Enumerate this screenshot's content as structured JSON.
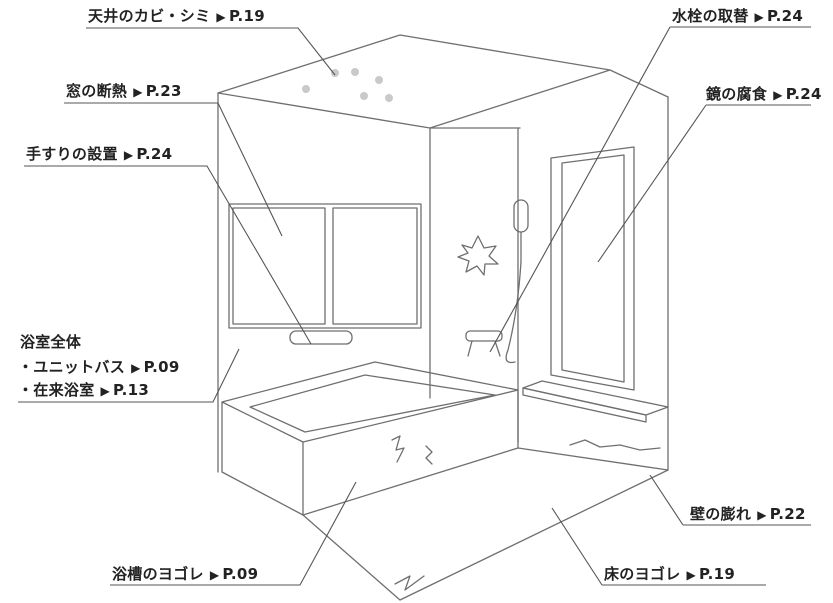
{
  "labels": {
    "ceiling": {
      "text": "天井のカビ・シミ",
      "page": "P.19"
    },
    "window": {
      "text": "窓の断熱",
      "page": "P.23"
    },
    "handrail": {
      "text": "手すりの設置",
      "page": "P.24"
    },
    "faucet": {
      "text": "水栓の取替",
      "page": "P.24"
    },
    "mirror": {
      "text": "鏡の腐食",
      "page": "P.24"
    },
    "whole": {
      "title": "浴室全体",
      "item1": {
        "text": "・ユニットバス",
        "page": "P.09"
      },
      "item2": {
        "text": "・在来浴室",
        "page": "P.13"
      }
    },
    "wall": {
      "text": "壁の膨れ",
      "page": "P.22"
    },
    "tub": {
      "text": "浴槽のヨゴレ",
      "page": "P.09"
    },
    "floor": {
      "text": "床のヨゴレ",
      "page": "P.19"
    }
  },
  "arrow_glyph": "▶"
}
